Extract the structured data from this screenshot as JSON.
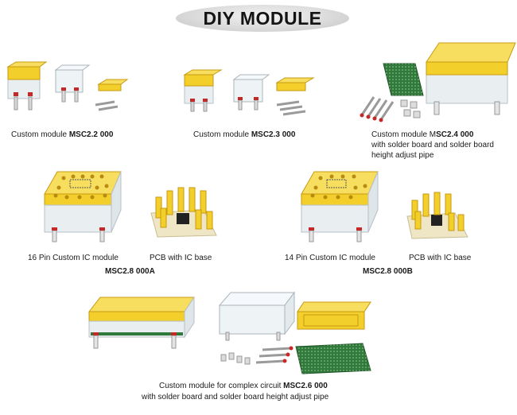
{
  "header": {
    "title": "DIY MODULE"
  },
  "captions": {
    "msc22": {
      "prefix": "Custom module ",
      "code": "MSC2.2 000"
    },
    "msc23": {
      "prefix": "Custom module ",
      "code": "MSC2.3 000"
    },
    "msc24": {
      "prefix": "Custom module M",
      "code": "SC2.4 000",
      "line2": "with solder board and solder board",
      "line3": "height adjust pipe"
    },
    "ic16": {
      "label": "16 Pin Custom IC module"
    },
    "pcb1": {
      "label": "PCB with IC base"
    },
    "msc28a": {
      "code": "MSC2.8 000A"
    },
    "ic14": {
      "label": "14 Pin Custom IC module"
    },
    "pcb2": {
      "label": "PCB with IC base"
    },
    "msc28b": {
      "code": "MSC2.8 000B"
    },
    "msc26": {
      "prefix": "Custom module for complex circuit ",
      "code": "MSC2.6 000",
      "line2": "with solder board and solder board height adjust pipe"
    }
  },
  "colors": {
    "yellow": "#f2cf2a",
    "yellow_dark": "#d6a816",
    "clear": "#e6eef2",
    "pcb_green": "#2f7a3a",
    "pcb_beige": "#efe6c6"
  }
}
